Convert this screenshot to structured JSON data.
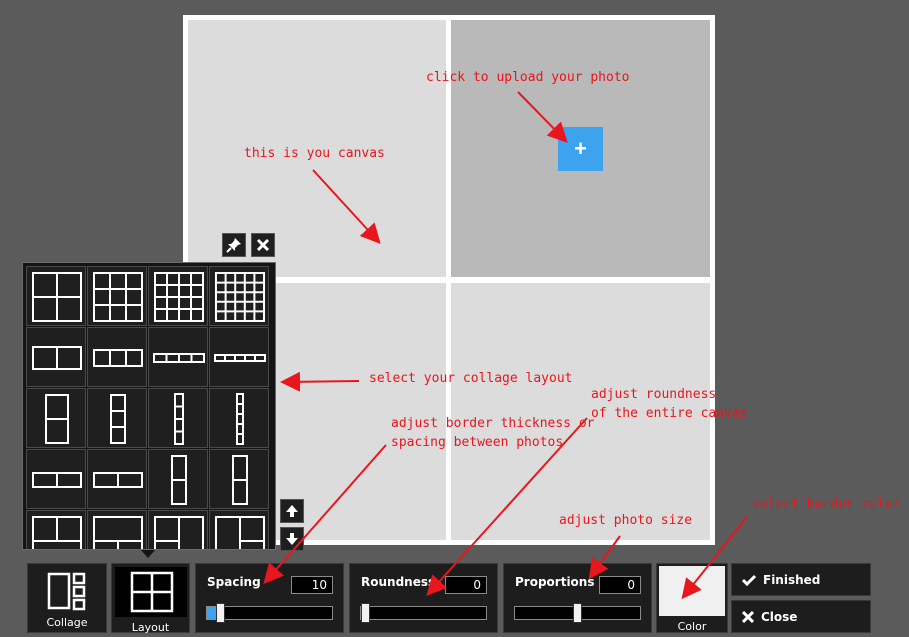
{
  "upload_button": {
    "icon": "plus-icon",
    "glyph": "+"
  },
  "annotations": {
    "upload": "click to upload your photo",
    "canvas": "this is you canvas",
    "layout": "select your collage layout",
    "spacing_line1": "adjust border thickness or",
    "spacing_line2": "spacing between photos",
    "roundness_line1": "adjust roundness",
    "roundness_line2": "of the entire canvas",
    "proportions": "adjust photo size",
    "color": "select border color"
  },
  "panel_buttons": {
    "pin_icon": "pin-icon",
    "close_icon": "close-icon",
    "scroll_up_icon": "arrow-up-icon",
    "scroll_down_icon": "arrow-down-icon"
  },
  "toolbar": {
    "collage_label": "Collage",
    "layout_label": "Layout",
    "spacing": {
      "label": "Spacing",
      "value": "10",
      "level": 0.08
    },
    "roundness": {
      "label": "Roundness",
      "value": "0",
      "level": 0.0
    },
    "proportions": {
      "label": "Proportions",
      "value": "0",
      "level": 0.5
    },
    "color_label": "Color",
    "finished_label": "Finished",
    "close_label": "Close"
  },
  "colors": {
    "accent": "#3ea3ef",
    "annotation": "#e8161d",
    "background": "#5b5b5b",
    "swatch": "#f0f0f0"
  }
}
